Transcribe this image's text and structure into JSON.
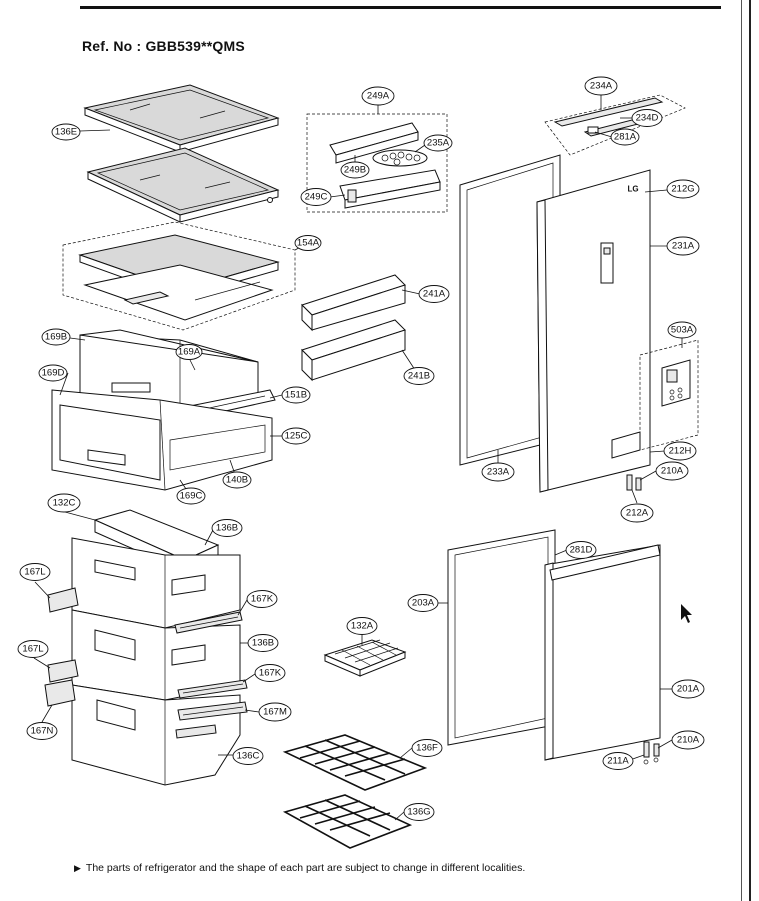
{
  "header": {
    "title": "Ref. No : GBB539**QMS"
  },
  "footer": {
    "note": "The parts of refrigerator and the shape of each part are subject to change in different localities."
  },
  "labels": {
    "l136E": "136E",
    "l154A": "154A",
    "l249A": "249A",
    "l235A": "235A",
    "l249B": "249B",
    "l249C": "249C",
    "l234A": "234A",
    "l234D": "234D",
    "l281A": "281A",
    "l212G": "212G",
    "l231A": "231A",
    "l241A": "241A",
    "l241B": "241B",
    "l503A": "503A",
    "l169B": "169B",
    "l169A": "169A",
    "l169D": "169D",
    "l151B": "151B",
    "l125C": "125C",
    "l140B": "140B",
    "l169C": "169C",
    "l233A": "233A",
    "l212H": "212H",
    "l210A_top": "210A",
    "l212A": "212A",
    "l132C": "132C",
    "l136B_top": "136B",
    "l167L_top": "167L",
    "l167K_top": "167K",
    "l136B_mid": "136B",
    "l167L_mid": "167L",
    "l167K_mid": "167K",
    "l167M": "167M",
    "l167N": "167N",
    "l136C": "136C",
    "l132A": "132A",
    "l281D": "281D",
    "l203A": "203A",
    "l201A": "201A",
    "l136F": "136F",
    "l210A_bot": "210A",
    "l211A": "211A",
    "l136G": "136G",
    "logo": "LG"
  }
}
